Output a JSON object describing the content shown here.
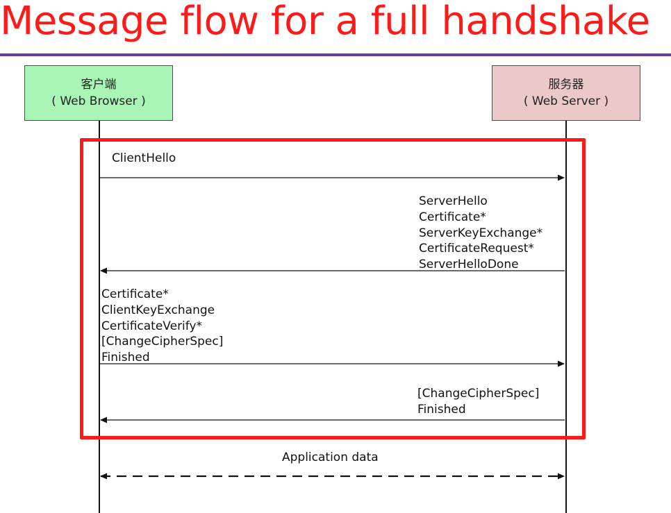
{
  "title": "Message flow for a full handshake",
  "colors": {
    "title": "#ff1a1a",
    "rule": "#6a3d9a",
    "client_box": "#a8f5b5",
    "server_box": "#ecc9c9",
    "highlight": "#ff1a1a"
  },
  "actors": {
    "client": {
      "name": "客户端",
      "subtitle": "( Web Browser )"
    },
    "server": {
      "name": "服务器",
      "subtitle": "( Web Server )"
    }
  },
  "messages": [
    {
      "direction": "client-to-server",
      "lines": [
        "ClientHello"
      ]
    },
    {
      "direction": "server-to-client",
      "lines": [
        "ServerHello",
        "Certificate*",
        "ServerKeyExchange*",
        "CertificateRequest*",
        "ServerHelloDone"
      ]
    },
    {
      "direction": "client-to-server",
      "lines": [
        "Certificate*",
        "ClientKeyExchange",
        "CertificateVerify*",
        "[ChangeCipherSpec]",
        "Finished"
      ]
    },
    {
      "direction": "server-to-client",
      "lines": [
        "[ChangeCipherSpec]",
        "Finished"
      ]
    },
    {
      "direction": "bidirectional",
      "style": "dashed",
      "lines": [
        "Application data"
      ]
    }
  ]
}
